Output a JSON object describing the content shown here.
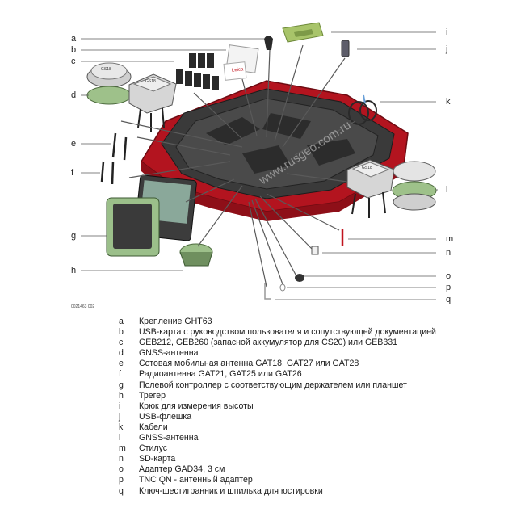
{
  "figure": {
    "figure_id": "0021463 002",
    "watermark": "www.rusgeo.com.ru",
    "callouts_left": [
      "a",
      "b",
      "c",
      "d",
      "e",
      "f",
      "g",
      "h"
    ],
    "callouts_right": [
      "i",
      "j",
      "k",
      "l",
      "m",
      "n",
      "o",
      "p",
      "q"
    ],
    "logo_texts": [
      "GS18",
      "Leica"
    ]
  },
  "legend": [
    {
      "key": "a",
      "text": "Крепление GHT63"
    },
    {
      "key": "b",
      "text": "USB-карта с руководством пользователя и сопутствующей документацией"
    },
    {
      "key": "c",
      "text": "GEB212, GEB260 (запасной аккумулятор для CS20) или GEB331"
    },
    {
      "key": "d",
      "text": "GNSS-антенна"
    },
    {
      "key": "e",
      "text": "Сотовая мобильная антенна GAT18, GAT27 или GAT28"
    },
    {
      "key": "f",
      "text": "Радиоантенна GAT21, GAT25 или GAT26"
    },
    {
      "key": "g",
      "text": "Полевой контроллер с соответствующим держателем или планшет"
    },
    {
      "key": "h",
      "text": "Трегер"
    },
    {
      "key": "i",
      "text": "Крюк для измерения высоты"
    },
    {
      "key": "j",
      "text": "USB-флешка"
    },
    {
      "key": "k",
      "text": "Кабели"
    },
    {
      "key": "l",
      "text": "GNSS-антенна"
    },
    {
      "key": "m",
      "text": "Стилус"
    },
    {
      "key": "n",
      "text": "SD-карта"
    },
    {
      "key": "o",
      "text": "Адаптер GAD34, 3 см"
    },
    {
      "key": "p",
      "text": "TNC QN - антенный адаптер"
    },
    {
      "key": "q",
      "text": "Ключ-шестигранник и шпилька для юстировки"
    }
  ]
}
